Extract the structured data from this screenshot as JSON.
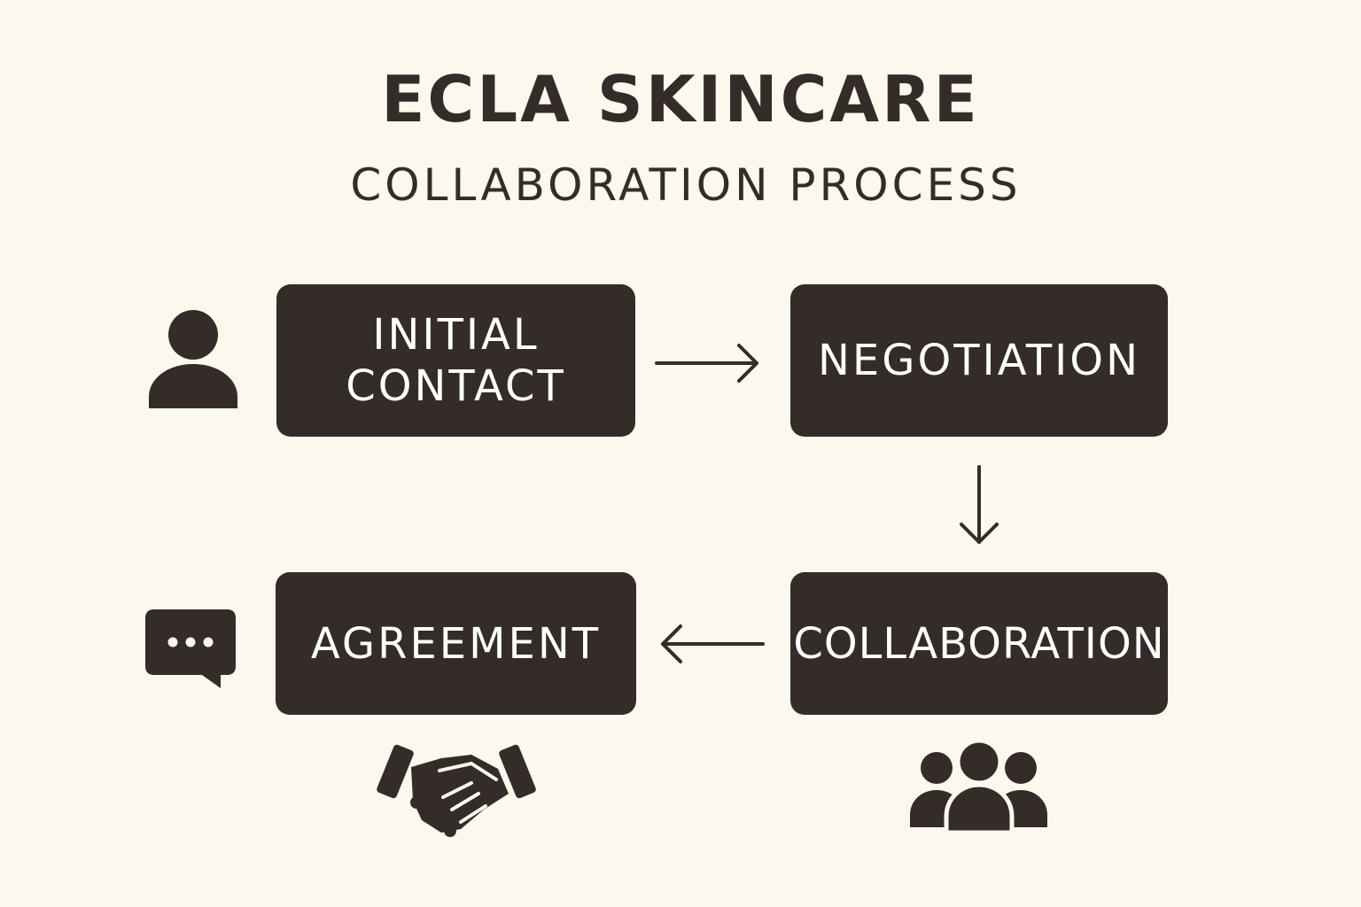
{
  "header": {
    "title": "ECLA SKINCARE",
    "subtitle": "COLLABORATION PROCESS"
  },
  "steps": [
    {
      "label": "INITIAL\nCONTACT",
      "icon": "user-icon"
    },
    {
      "label": "NEGOTIATION",
      "icon": ""
    },
    {
      "label": "COLLABORATION",
      "icon": "group-icon"
    },
    {
      "label": "AGREEMENT",
      "icon": "chat-bubble-icon,handshake-icon"
    }
  ],
  "colors": {
    "background": "#fcf8ee",
    "box": "#332c29",
    "box_text": "#ffffff",
    "ink": "#332c29"
  }
}
